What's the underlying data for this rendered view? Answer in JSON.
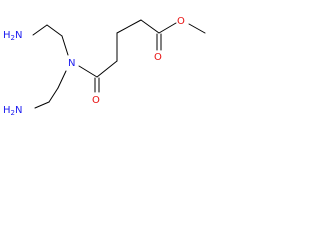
{
  "molecule": {
    "atom_labels": {
      "amine_top": "H2N",
      "amine_bottom": "H2N",
      "amide_nitrogen": "N",
      "amide_oxygen": "O",
      "ester_carbonyl_oxygen": "O",
      "ester_ether_oxygen": "O"
    }
  },
  "colors": {
    "bond": "#000000",
    "nitrogen": "#1c1cf0",
    "oxygen": "#e81010"
  }
}
